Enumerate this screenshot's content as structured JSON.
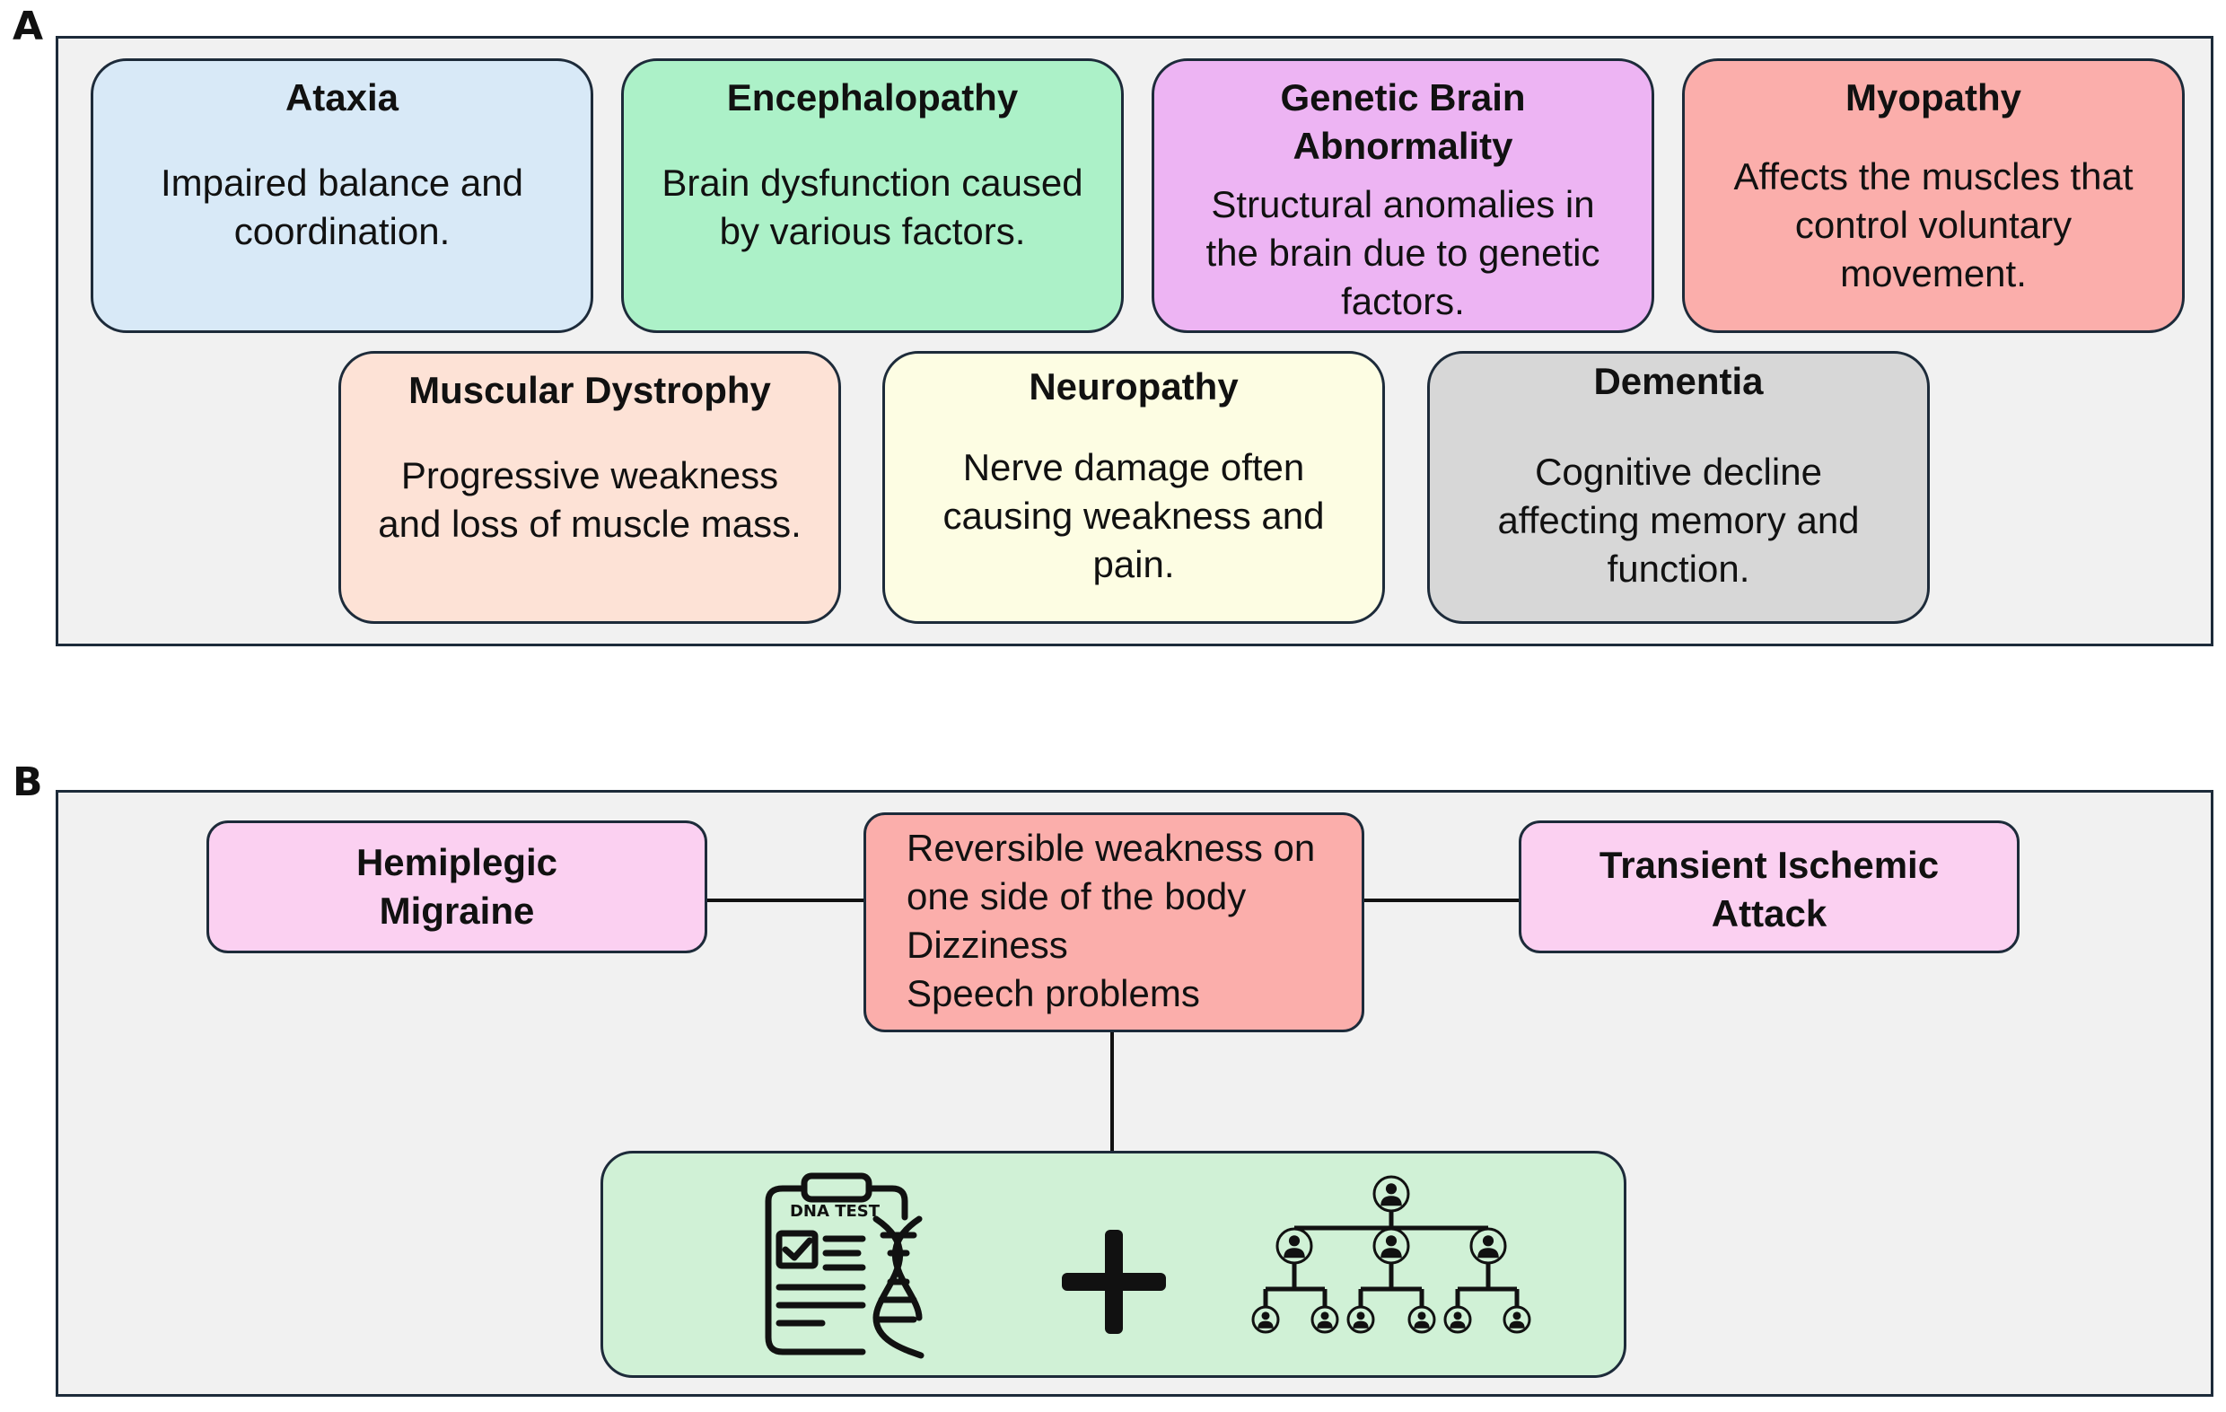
{
  "panel_a": {
    "letter": "A",
    "boxes": [
      {
        "title": "Ataxia",
        "description": "Impaired balance and\ncoordination.",
        "color": "#d8e9f7"
      },
      {
        "title": "Encephalopathy",
        "description": "Brain dysfunction caused\nby various factors.",
        "color": "#acf1c8"
      },
      {
        "title": "Genetic Brain\nAbnormality",
        "description": "Structural anomalies in\nthe brain due to genetic\nfactors.",
        "color": "#edb4f3"
      },
      {
        "title": "Myopathy",
        "description": "Affects the muscles that\ncontrol voluntary\nmovement.",
        "color": "#fbaeab"
      },
      {
        "title": "Muscular Dystrophy",
        "description": "Progressive weakness\nand loss of muscle mass.",
        "color": "#fde2d6"
      },
      {
        "title": "Neuropathy",
        "description": "Nerve damage often\ncausing weakness and\npain.",
        "color": "#fdfde3"
      },
      {
        "title": "Dementia",
        "description": "Cognitive decline\naffecting memory and\nfunction.",
        "color": "#d7d7d7"
      }
    ]
  },
  "panel_b": {
    "letter": "B",
    "left_label": "Hemiplegic\nMigraine",
    "right_label": "Transient Ischemic\nAttack",
    "symptoms": [
      "Reversible weakness on",
      "one side of the body",
      "Dizziness",
      "Speech problems"
    ],
    "dna_test_label": "DNA TEST",
    "colors": {
      "side_box": "#fbd0f1",
      "center_box": "#fbaeab",
      "bottom_box": "#d0f1d6"
    }
  }
}
